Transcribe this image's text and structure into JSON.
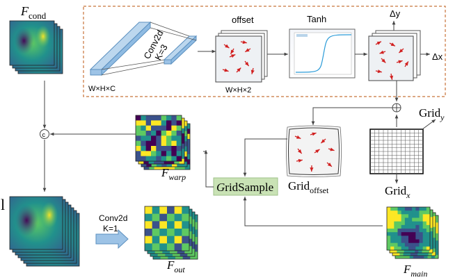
{
  "labels": {
    "f_cond_main": "F",
    "f_cond_sub": "cond",
    "conv_top_line1": "Conv2d",
    "conv_top_line2": "K=3",
    "whc": "W×H×C",
    "offset": "offset",
    "tanh": "Tanh",
    "wh2": "W×H×2",
    "dy": "Δy",
    "dx": "Δx",
    "concat": "c",
    "f_warp_main": "F",
    "f_warp_sub": "warp",
    "grid_offset_main": "Grid",
    "grid_offset_sub": "offset",
    "grid_y_main": "Grid",
    "grid_y_sub": "y",
    "grid_x_main": "Grid",
    "grid_x_sub": "x",
    "gridsample_g": "G",
    "gridsample_rest": "ridSample",
    "conv_bottom_line1": "Conv2d",
    "conv_bottom_line2": "K=1",
    "f_out_main": "F",
    "f_out_sub": "out",
    "f_main_main": "F",
    "f_main_sub": "main",
    "left_edge": "l"
  },
  "colors": {
    "dashed_border": "#c8733a",
    "conv_block": "#9dc3e6",
    "gridsample_fill": "#c9e2b5",
    "arrow_red": "#d12020",
    "tanh_curve": "#2a9bd8",
    "viridis": [
      "#440154",
      "#3b528b",
      "#21918c",
      "#5ec962",
      "#fde725"
    ]
  }
}
